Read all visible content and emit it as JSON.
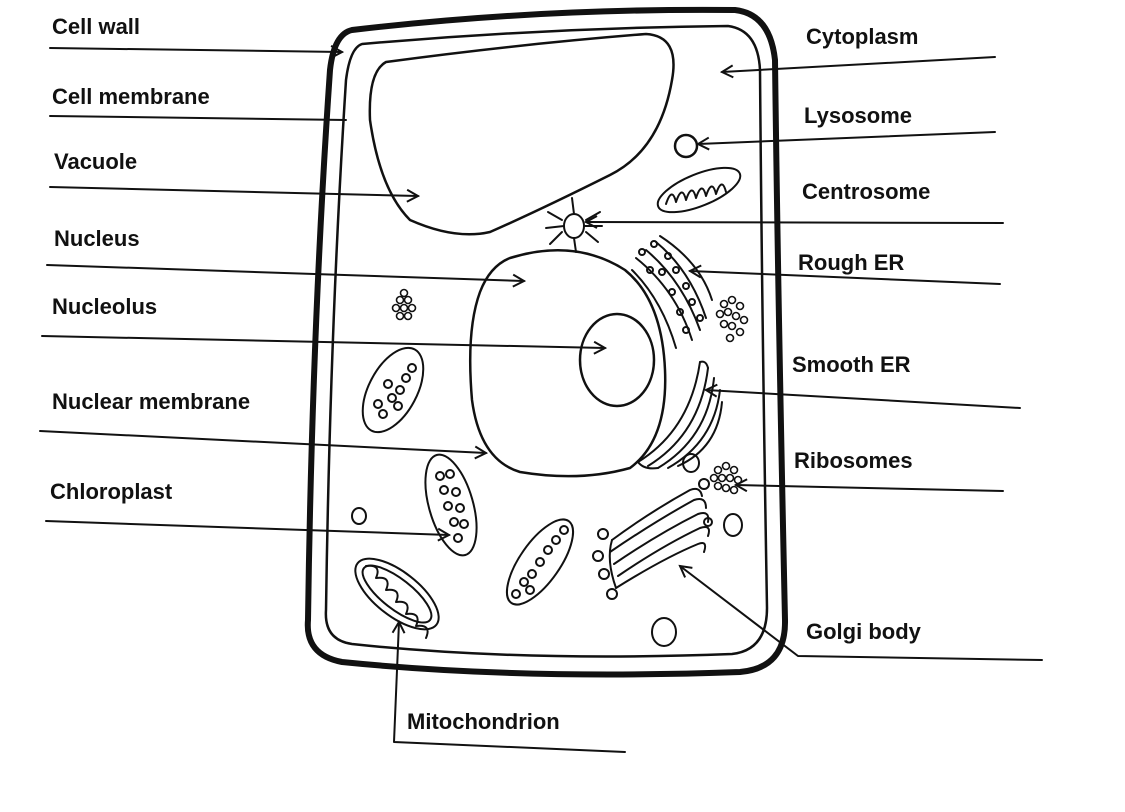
{
  "labels": {
    "cell_wall": "Cell wall",
    "cell_membrane": "Cell membrane",
    "vacuole": "Vacuole",
    "nucleus": "Nucleus",
    "nucleolus": "Nucleolus",
    "nuclear_membrane": "Nuclear membrane",
    "chloroplast": "Chloroplast",
    "cytoplasm": "Cytoplasm",
    "lysosome": "Lysosome",
    "centrosome": "Centrosome",
    "rough_er": "Rough ER",
    "smooth_er": "Smooth ER",
    "ribosomes": "Ribosomes",
    "golgi_body": "Golgi body",
    "mitochondrion": "Mitochondrion"
  },
  "colors": {
    "ink": "#111111",
    "background": "#ffffff"
  }
}
